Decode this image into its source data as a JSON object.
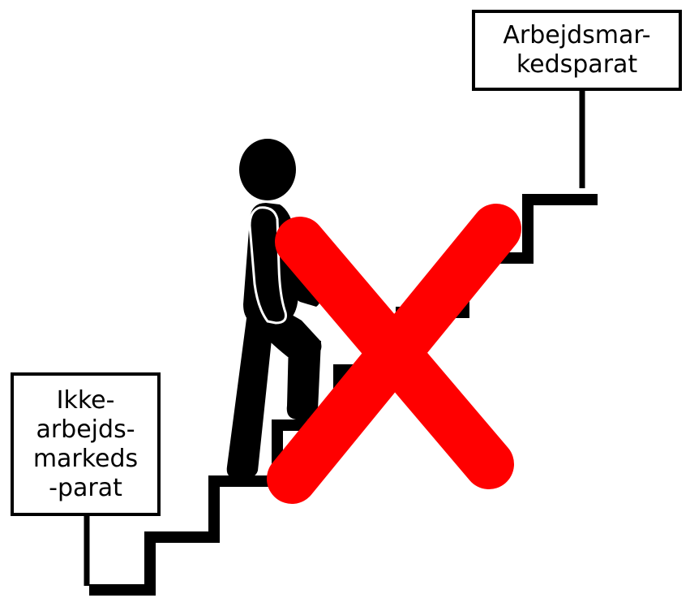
{
  "signs": {
    "right": {
      "lines": [
        "Arbejdsmar-",
        "kedsparat"
      ]
    },
    "left": {
      "lines": [
        "Ikke-",
        "arbejds-",
        "markeds",
        "-parat"
      ]
    }
  },
  "colors": {
    "stairs": "#000000",
    "person": "#000000",
    "person_outline": "#ffffff",
    "cross": "#ff0000",
    "sign_border": "#000000",
    "background": "#ffffff"
  },
  "icons": {
    "person": "person-climbing-stairs-icon",
    "cross": "red-x-cross-icon",
    "stairs": "staircase-icon"
  }
}
